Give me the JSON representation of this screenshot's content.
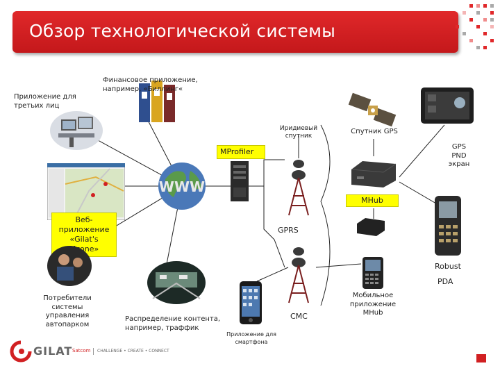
{
  "title": "Обзор технологической системы",
  "labels": {
    "third_party_app": "Приложение для третьих лиц",
    "financial_app": "Финансовое приложение, например, «Биллинг«",
    "iridium": "Иридиевый спутник",
    "gps_satellite": "Спутник GPS",
    "gps_pnd_line1": "GPS",
    "gps_pnd_line2": "PND",
    "gps_pnd_line3": "экран",
    "mprofiler": "MProfiler",
    "mhub": "MHub",
    "web_app": "Веб-приложение «Gilat's Mzone»",
    "gprs": "GPRS",
    "robust": "Robust",
    "pda": "PDA",
    "fleet_users": "Потребители системы управления автопарком",
    "content_distribution": "Распределение контента, например, траффик",
    "smartphone_app": "Приложение для смартфона",
    "sms": "СМС",
    "mobile_mhub": "Мобильное приложение MHub",
    "www": "WWW"
  },
  "logo": {
    "brand": "GILAT",
    "brand_suffix": "Satcom",
    "tagline": "CHALLENGE • CREATE • CONNECT"
  },
  "colors": {
    "title_bar": "#d12022",
    "highlight": "#ffff00",
    "logo_red": "#d12022"
  }
}
